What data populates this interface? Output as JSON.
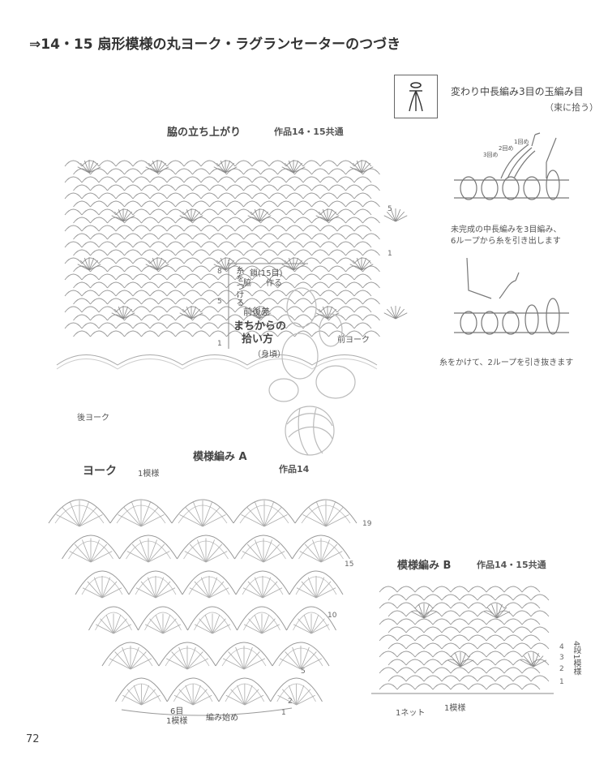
{
  "title": "⇒14・15 扇形模様の丸ヨーク・ラグランセーターのつづき",
  "stitch_symbol": {
    "name": "変わり中長編み3目の玉編み目",
    "note": "（束に拾う）",
    "step1_counts": [
      "1回め",
      "2回め",
      "3回め"
    ],
    "step1_caption_1": "未完成の中長編みを3目編み、",
    "step1_caption_2": "6ループから糸を引き出します",
    "step2_caption": "糸をかけて、2ループを引き抜きます"
  },
  "side_chart": {
    "title": "脇の立ち上がり",
    "subtitle": "作品14・15共通",
    "row_labels_left": [
      "8",
      "5",
      "1"
    ],
    "row_labels_right": [
      "5",
      "1"
    ],
    "chain_label": "鎖(15目)",
    "make_label": "作る",
    "side_label": "脇",
    "attach_label": "糸をつける",
    "diff_label": "前後差",
    "pickup_title_1": "まちからの",
    "pickup_title_2": "拾い方",
    "body_label": "（身頃）",
    "front_yoke": "前ヨーク",
    "back_yoke": "後ヨーク"
  },
  "pattern_a": {
    "title": "模様編み A",
    "yoke_label": "ヨーク",
    "repeat_label": "1模様",
    "work_label": "作品14",
    "row_labels": [
      "19",
      "15",
      "10",
      "5",
      "2",
      "1"
    ],
    "stitch_count_1": "6目",
    "stitch_count_2": "1模様",
    "start_label": "編み始め"
  },
  "pattern_b": {
    "title": "模様編み B",
    "subtitle": "作品14・15共通",
    "row_labels": [
      "4",
      "3",
      "2",
      "1"
    ],
    "repeat_rows": "4段1模様",
    "net_label": "1ネット",
    "repeat_label": "1模様"
  },
  "page_number": "72"
}
